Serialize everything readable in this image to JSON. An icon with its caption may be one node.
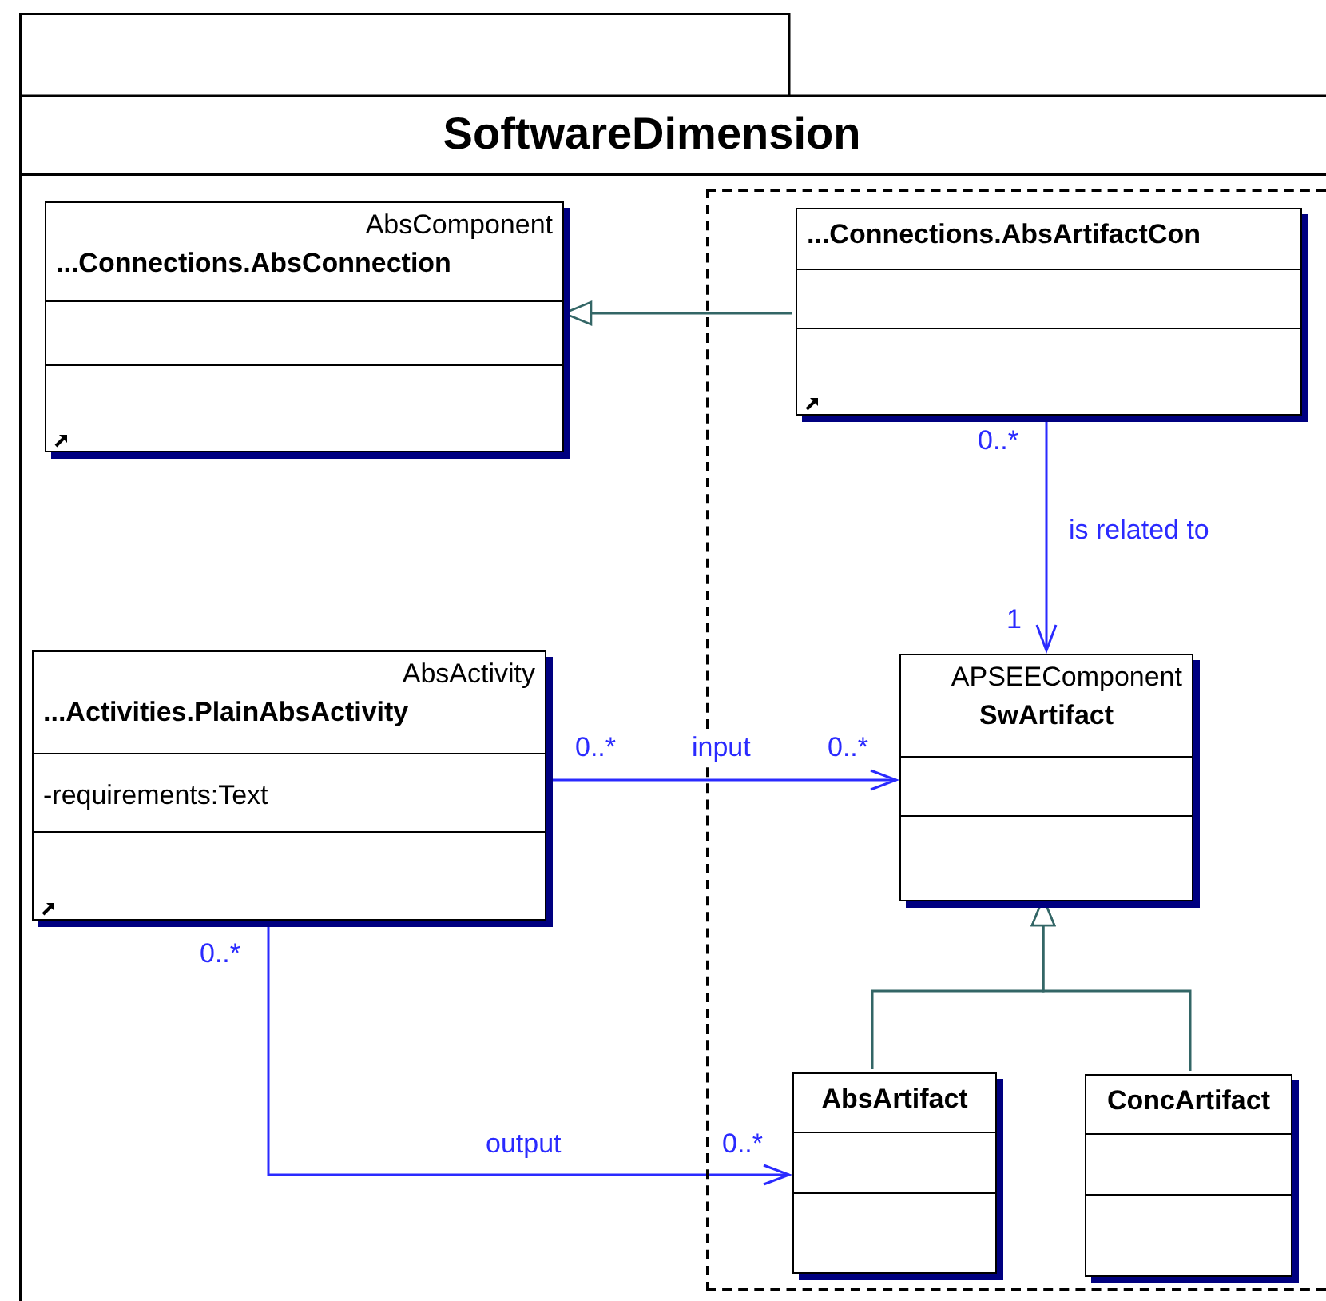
{
  "diagram": {
    "nodes": [
      {
        "text": [
          "SoftwareDimension"
        ]
      },
      {
        "text": [],
        "shape": "box",
        "in": 0
      },
      {
        "text": [
          "AbsComponent",
          "...Connections.AbsConnection"
        ],
        "in": 0
      },
      {
        "text": [
          "...Connections.AbsArtifactCon"
        ],
        "in": 1
      },
      {
        "text": [
          "AbsActivity",
          "...Activities.PlainAbsActivity",
          "-requirements:Text"
        ],
        "in": 0
      },
      {
        "text": [
          "APSEEComponent",
          "SwArtifact"
        ],
        "in": 1
      },
      {
        "text": [
          "AbsArtifact"
        ],
        "in": 1
      },
      {
        "text": [
          "ConcArtifact"
        ],
        "in": 1
      }
    ],
    "edges": [
      {
        "from": 3,
        "to": 2,
        "arrow": "to",
        "color": "#336666"
      },
      {
        "from": 3,
        "to": 5,
        "arrow": "to",
        "label": "is related to",
        "color": "#2a2aff"
      },
      {
        "from": 4,
        "to": 5,
        "arrow": "to",
        "label": "input",
        "color": "#2a2aff"
      },
      {
        "from": 4,
        "to": 6,
        "arrow": "to",
        "label": "output",
        "color": "#2a2aff"
      },
      {
        "from": 6,
        "to": 5,
        "arrow": "to",
        "color": "#336666"
      },
      {
        "from": 7,
        "to": 5,
        "arrow": "to",
        "color": "#336666"
      }
    ],
    "labels": [
      "0..*",
      "1",
      "0..*",
      "0..*",
      "0..*",
      "0..*"
    ]
  }
}
